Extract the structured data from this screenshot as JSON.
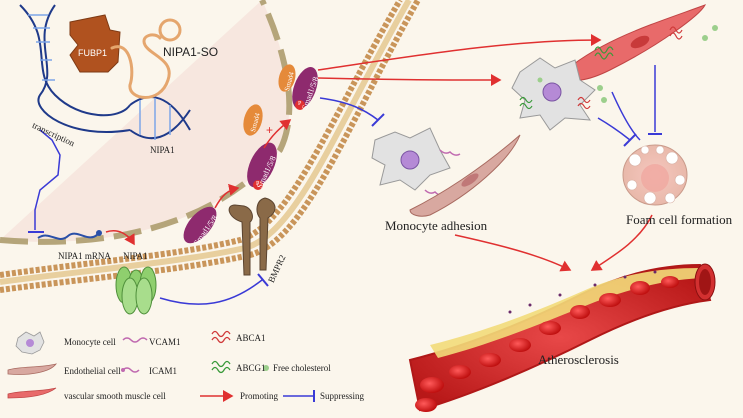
{
  "labels": {
    "nipa1_so": "NIPA1-SO",
    "fubp1": "FUBP1",
    "transcription": "transcription",
    "nipa1_gene": "NIPA1",
    "nipa1_mrna": "NIPA1 mRNA",
    "nipa1_protein": "NIPA1",
    "bmpr2": "BMPR2",
    "smad4": "Smad4",
    "smad158": "Smad1/5/8",
    "phospho": "P",
    "monocyte_adhesion": "Monocyte adhesion",
    "foam_cell_formation": "Foam cell formation",
    "atherosclerosis": "Atherosclerosis"
  },
  "legend": {
    "monocyte_cell": "Monocyte cell",
    "vcam1": "VCAM1",
    "abca1": "ABCA1",
    "endothelial_cell": "Endothelial cell",
    "icam1": "ICAM1",
    "abcg1": "ABCG1",
    "free_cholesterol": "Free cholesterol",
    "vsmc": "vascular smooth muscle cell",
    "promoting": "Promoting",
    "suppressing": "Suppressing"
  },
  "colors": {
    "promoting": "#e03030",
    "suppressing": "#3a3ad6",
    "nucleus_border": "#b5a57a",
    "membrane_head": "#c9955a",
    "smad158": "#8e2a6e",
    "smad4": "#e58a3a",
    "nipa1_channel": "#8fcf6e",
    "bmpr2": "#8a6a48",
    "vessel": "#d62a2a",
    "plaque": "#f2dc7a"
  }
}
